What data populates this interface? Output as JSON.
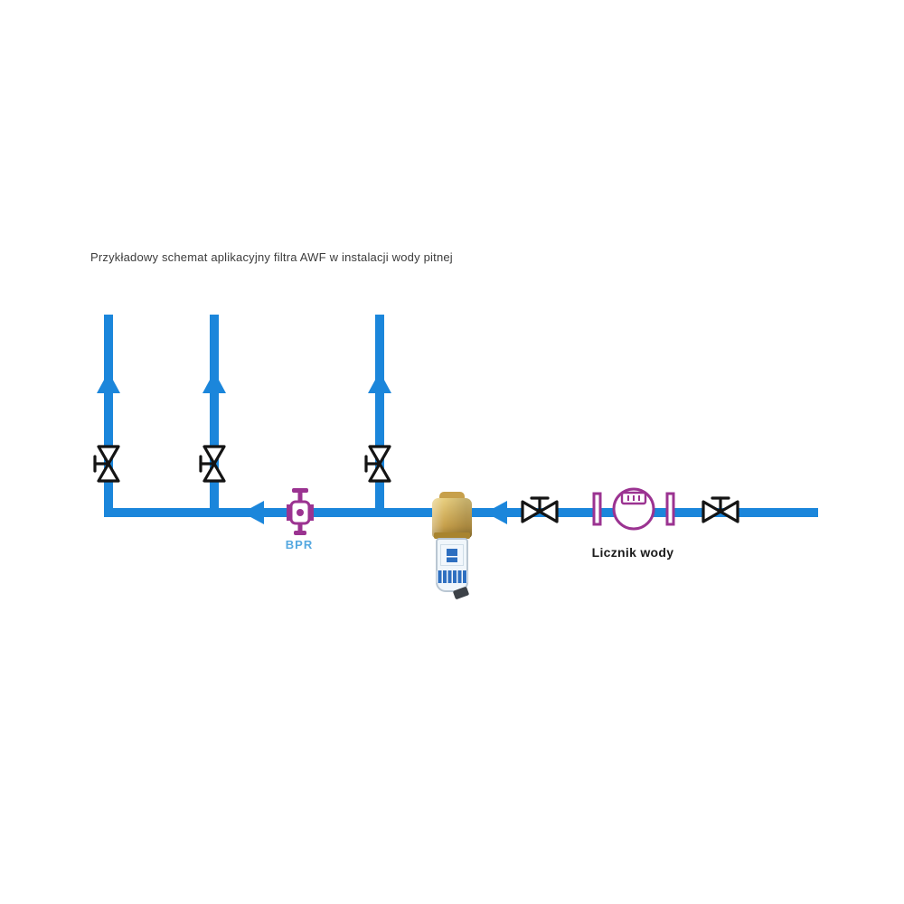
{
  "diagram": {
    "title": "Przykładowy schemat aplikacyjny filtra AWF w instalacji wody pitnej",
    "labels": {
      "bpr": "BPR",
      "water_meter": "Licznik wody"
    },
    "colors": {
      "pipe_blue": "#1b86db",
      "valve_black": "#141414",
      "component_purple": "#9b3391",
      "bpr_label_blue": "#55a8e0",
      "label_black": "#1c1c1c",
      "brass": "#c7a04b",
      "brass_light": "#e8cf80",
      "bowl_border": "#b9c6d2",
      "band_blue": "#2e6fc0"
    },
    "components": {
      "risers": "3 vertical outlet pipes with upward flow arrows and shutoff valves",
      "flow_direction": "right-to-left along main pipe",
      "bpr_valve": "pressure-reducing-valve (purple)",
      "awf_filter": "AWF water filter with brass head and clear bowl",
      "line_valves": "2 shutoff valves on main pipe",
      "water_meter": "water meter (purple) between line valves"
    }
  }
}
